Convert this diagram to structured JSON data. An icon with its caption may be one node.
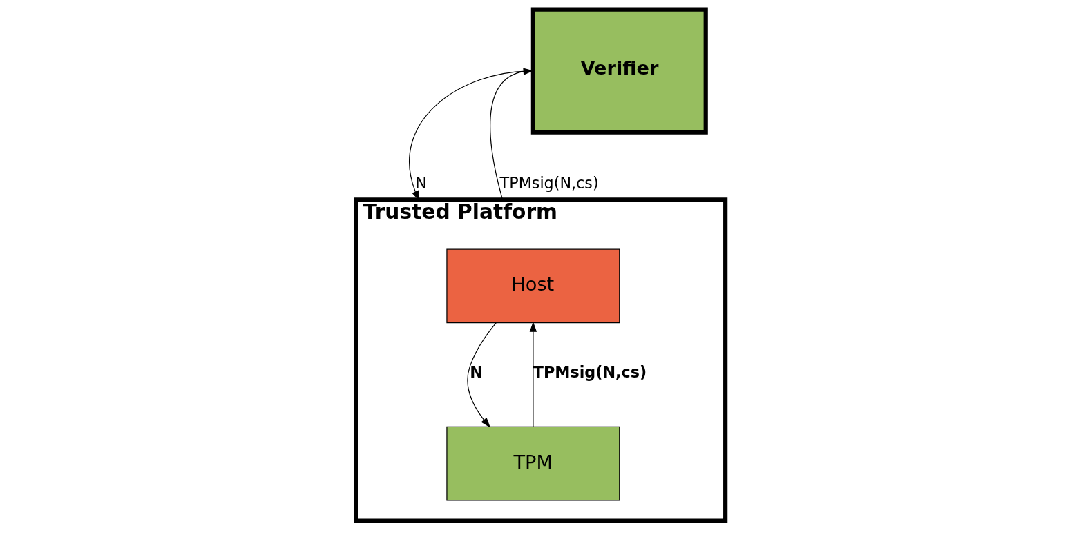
{
  "diagram": {
    "nodes": [
      {
        "text": [
          "Trusted Platform"
        ]
      },
      {
        "text": [
          "Host"
        ],
        "in": 0
      },
      {
        "text": [
          "TPM"
        ],
        "in": 0
      },
      {
        "text": [
          "Verifier"
        ]
      }
    ],
    "edges": [
      {
        "from": 3,
        "to": 0,
        "arrow": "to",
        "label": "N"
      },
      {
        "from": 0,
        "to": 3,
        "arrow": "to",
        "label": "TPMsig(N,cs)"
      },
      {
        "from": 1,
        "to": 2,
        "arrow": "to",
        "label": "N"
      },
      {
        "from": 2,
        "to": 1,
        "arrow": "to",
        "label": "TPMsig(N,cs)"
      }
    ]
  }
}
